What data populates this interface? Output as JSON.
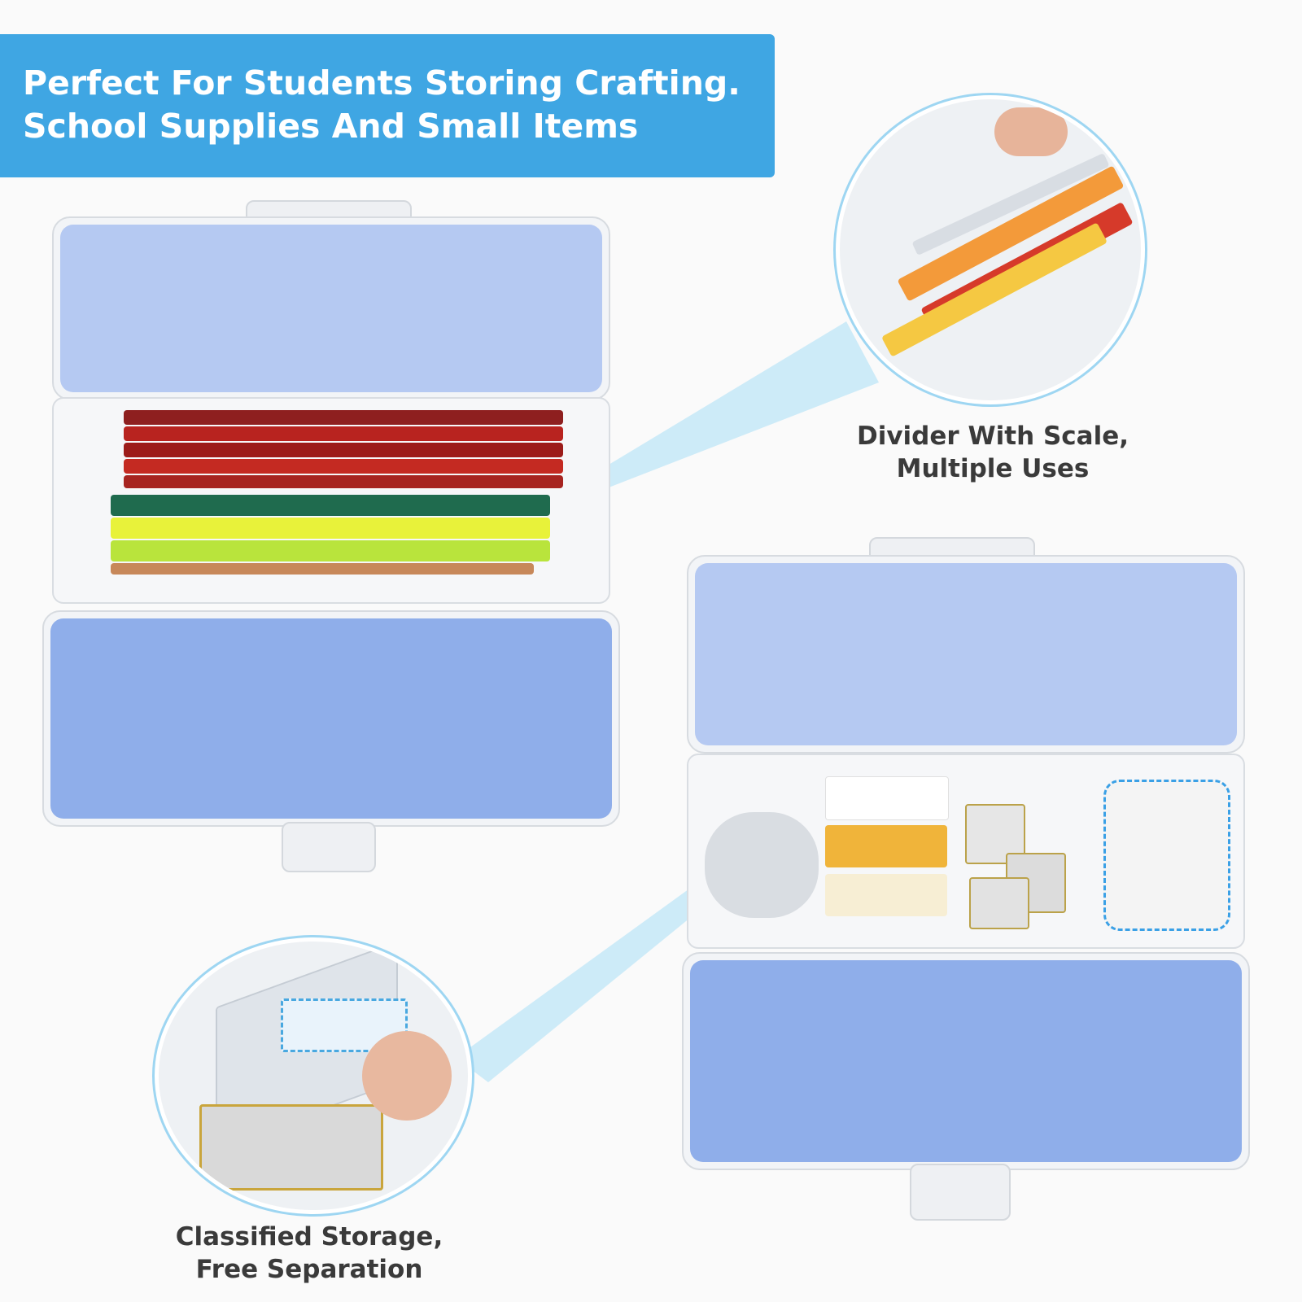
{
  "banner": {
    "line1": "Perfect For Students Storing Crafting.",
    "line2": "School Supplies And Small Items",
    "color": "#3fa6e3"
  },
  "captions": {
    "divider_line1": "Divider With Scale,",
    "divider_line2": "Multiple Uses",
    "classified_line1": "Classified Storage,",
    "classified_line2": "Free Separation"
  },
  "colors": {
    "lid_top": "#b4c9f2",
    "lid_bottom": "#8eaeea",
    "beam": "#a8dcf4"
  }
}
